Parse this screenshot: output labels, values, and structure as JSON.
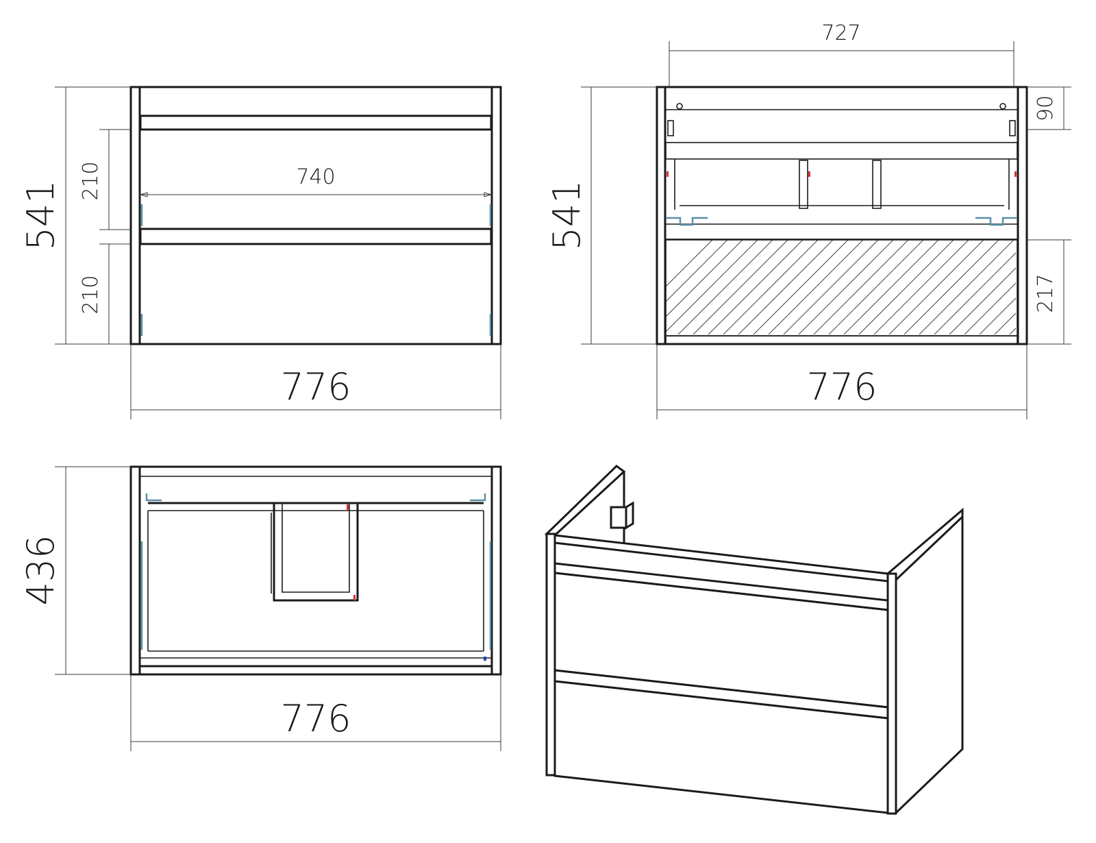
{
  "front_view": {
    "width_label": "776",
    "height_label": "541",
    "upper_drawer_label": "210",
    "lower_drawer_label": "210",
    "inner_width_label": "740"
  },
  "section_view": {
    "width_label": "776",
    "height_label": "541",
    "inner_width_label": "727",
    "top_gap_label": "90",
    "drawer_height_label": "217"
  },
  "top_view": {
    "width_label": "776",
    "depth_label": "436"
  },
  "colors": {
    "outline": "#1a1a1a",
    "hardware": "#5b8fa8",
    "accent": "#e03030"
  }
}
